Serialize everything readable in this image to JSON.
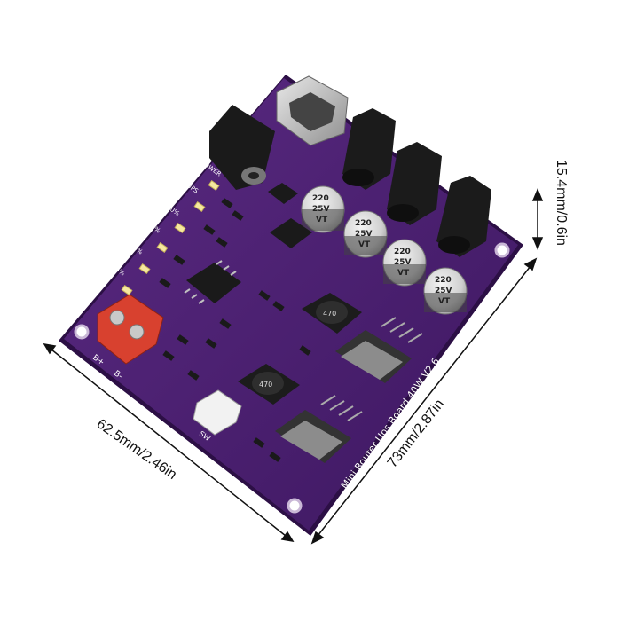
{
  "dimensions": {
    "height": "15.4mm/0.6in",
    "width": "62.5mm/2.46in",
    "length": "73mm/2.87in"
  },
  "board": {
    "title": "Mini Router Ups Board 40W V2.6",
    "capacitor_label_top": "220",
    "capacitor_label_mid": "25V",
    "capacitor_label_bottom": "VT",
    "inductor_label": "470",
    "terminal_plus": "B+",
    "terminal_minus": "B-",
    "switch_label": "SW",
    "power_label": "POWER",
    "ups_label": "UPS",
    "led_labels": [
      "100%",
      "75%",
      "50%",
      "25%"
    ],
    "colors": {
      "pcb": "#4a1f6e",
      "pcb_edge": "#2c0f45",
      "terminal": "#d8412f",
      "connector": "#1a1a1a"
    }
  }
}
